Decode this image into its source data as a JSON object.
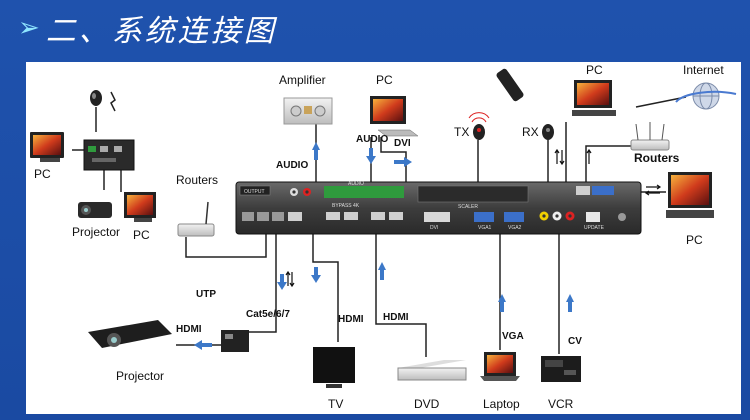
{
  "title": {
    "bullet": "➢",
    "text": "二、系统连接图"
  },
  "diagram": {
    "devices": {
      "amplifier": "Amplifier",
      "pc_top": "PC",
      "internet": "Internet",
      "pc_top_right": "PC",
      "tx": "TX",
      "rx": "RX",
      "routers_right": "Routers",
      "pc_right": "PC",
      "routers_left": "Routers",
      "pc_left_top": "PC",
      "projector_small": "Projector",
      "pc_left_bottom": "PC",
      "projector": "Projector",
      "tv": "TV",
      "dvd": "DVD",
      "laptop": "Laptop",
      "vcr": "VCR"
    },
    "links": {
      "audio_left": "AUDIO",
      "audio_mid": "AUDIO",
      "dvi": "DVI",
      "utp": "UTP",
      "cat5e": "Cat5e/6/7",
      "hdmi_projector": "HDMI",
      "hdmi_tv": "HDMI",
      "hdmi_dvd": "HDMI",
      "vga": "VGA",
      "cv": "CV"
    },
    "matrix": {
      "output_label": "OUTPUT",
      "audio_label": "AUDIO",
      "bypass_label": "BYPASS 4K",
      "scaler_label": "SCALER",
      "update_label": "UPDATE",
      "dvi_label": "DVI",
      "vga1_label": "VGA1",
      "vga2_label": "VGA2"
    }
  }
}
